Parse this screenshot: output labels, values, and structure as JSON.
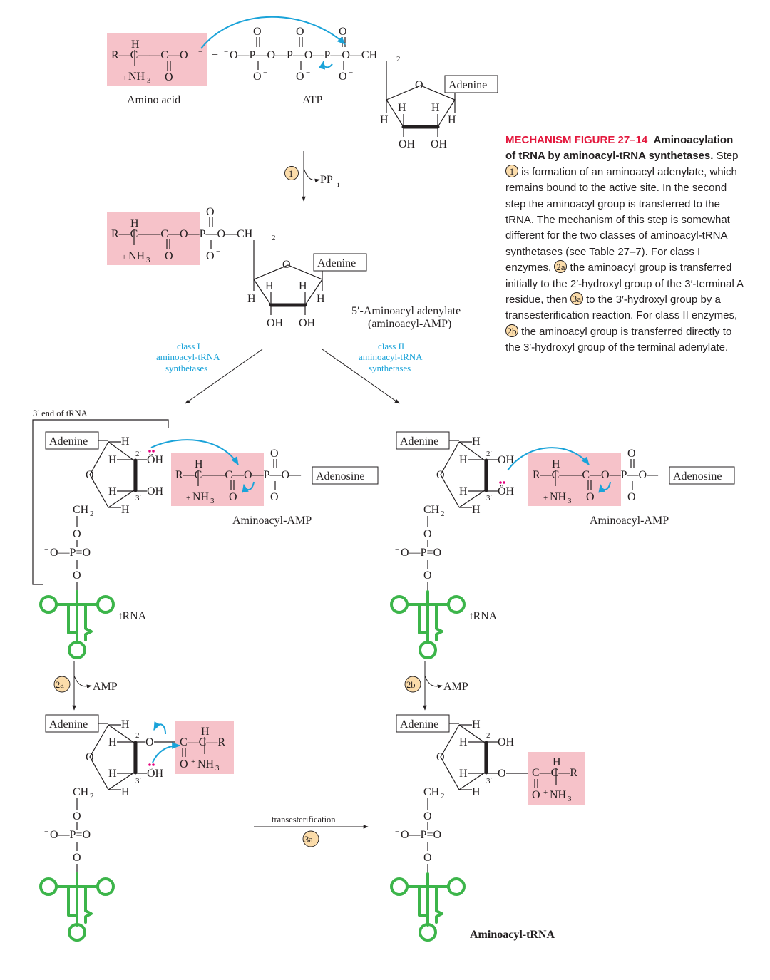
{
  "caption": {
    "label": "MECHANISM FIGURE 27–14",
    "title": "Aminoacylation of tRNA by aminoacyl-tRNA synthetases.",
    "text_a": " Step ",
    "step1": "1",
    "text_b": " is formation of an aminoacyl adenylate, which remains bound to the active site. In the second step the aminoacyl group is transferred to the tRNA. The mechanism of this step is somewhat different for the two classes of aminoacyl-tRNA synthetases (see Table 27–7). For class I enzymes, ",
    "step2a": "2a",
    "text_c": " the aminoacyl group is transferred initially to the 2′-hydroxyl group of the 3′-terminal A residue, then ",
    "step3a": "3a",
    "text_d": " to the 3′-hydroxyl group by a transesterification reaction. For class II enzymes, ",
    "step2b": "2b",
    "text_e": " the aminoacyl group is transferred directly to the 3′-hydroxyl group of the terminal adenylate."
  },
  "labels": {
    "amino_acid": "Amino acid",
    "atp": "ATP",
    "adenine": "Adenine",
    "adenosine": "Adenosine",
    "aminoacyl_adenylate_1": "5′-Aminoacyl adenylate",
    "aminoacyl_adenylate_2": "(aminoacyl-AMP)",
    "aminoacyl_amp": "Aminoacyl-AMP",
    "class1_1": "class I",
    "class1_2": "aminoacyl-tRNA",
    "class1_3": "synthetases",
    "class2_1": "class II",
    "class2_2": "aminoacyl-tRNA",
    "class2_3": "synthetases",
    "three_prime_end": "3′ end of tRNA",
    "trna": "tRNA",
    "amp": "AMP",
    "ppi": "PP",
    "ppi_sub": "i",
    "transesterification": "transesterification",
    "aminoacyl_trna": "Aminoacyl-tRNA",
    "step1": "1",
    "step2a": "2a",
    "step2b": "2b",
    "step3a": "3a"
  },
  "colors": {
    "highlight": "#f6c2c9",
    "arrow": "#1aa3d9",
    "trna": "#3cb54a",
    "step_circle": "#fbdcaa",
    "caption_head": "#e3183d",
    "electrons": "#e4007c"
  }
}
